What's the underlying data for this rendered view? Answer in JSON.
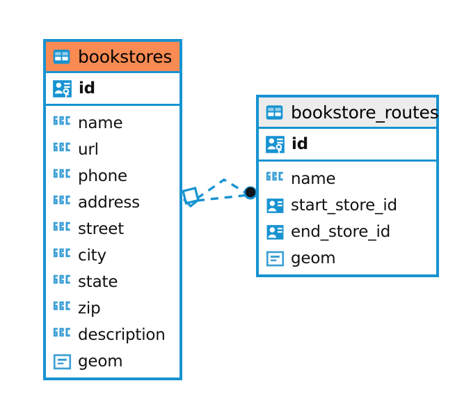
{
  "diagram": {
    "type": "entity-relationship-diagram",
    "background_color": "#ffffff",
    "accent_color": "#1793d1",
    "highlight_color": "#f98b53",
    "entities": [
      {
        "name": "bookstores",
        "header_style": "orange",
        "table_icon": "table-icon",
        "primary_key": {
          "label": "id",
          "icon": "primary-key-icon"
        },
        "fields": [
          {
            "label": "name",
            "icon": "abc-text-icon"
          },
          {
            "label": "url",
            "icon": "abc-text-icon"
          },
          {
            "label": "phone",
            "icon": "abc-text-icon"
          },
          {
            "label": "address",
            "icon": "abc-text-icon"
          },
          {
            "label": "street",
            "icon": "abc-text-icon"
          },
          {
            "label": "city",
            "icon": "abc-text-icon"
          },
          {
            "label": "state",
            "icon": "abc-text-icon"
          },
          {
            "label": "zip",
            "icon": "abc-text-icon"
          },
          {
            "label": "description",
            "icon": "abc-text-icon"
          },
          {
            "label": "geom",
            "icon": "geometry-icon"
          }
        ]
      },
      {
        "name": "bookstore_routes",
        "header_style": "grey",
        "table_icon": "table-icon",
        "primary_key": {
          "label": "id",
          "icon": "primary-key-icon"
        },
        "fields": [
          {
            "label": "name",
            "icon": "abc-text-icon"
          },
          {
            "label": "start_store_id",
            "icon": "foreign-key-icon"
          },
          {
            "label": "end_store_id",
            "icon": "foreign-key-icon"
          },
          {
            "label": "geom",
            "icon": "geometry-icon"
          }
        ]
      }
    ],
    "relationship": {
      "from_entity": "bookstores",
      "to_entity": "bookstore_routes",
      "line_style": "dashed",
      "line_color": "#1793d1",
      "source_marker": "diamond-arrow-marker",
      "target_marker": "filled-circle-marker"
    }
  }
}
